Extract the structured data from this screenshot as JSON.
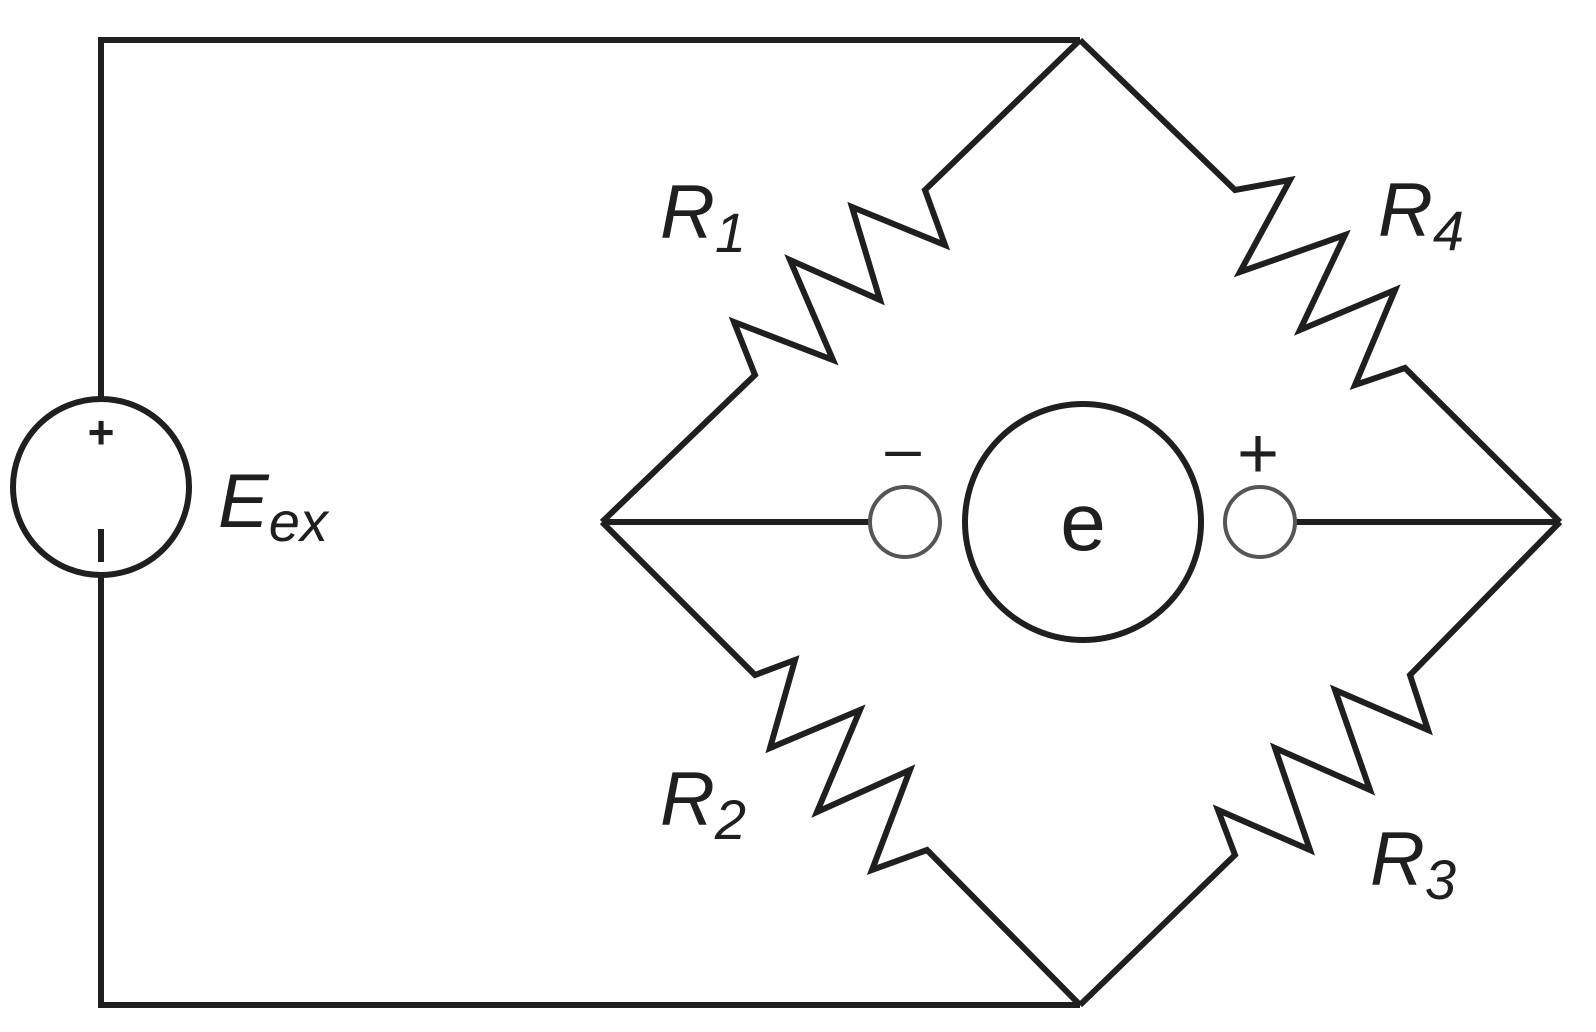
{
  "components": {
    "source": {
      "symbol": "E",
      "subscript": "ex",
      "plus": "+",
      "minus": "-"
    },
    "r1": {
      "symbol": "R",
      "subscript": "1"
    },
    "r2": {
      "symbol": "R",
      "subscript": "2"
    },
    "r3": {
      "symbol": "R",
      "subscript": "3"
    },
    "r4": {
      "symbol": "R",
      "subscript": "4"
    },
    "meter": {
      "label": "e",
      "minus": "–",
      "plus": "+"
    }
  },
  "colors": {
    "line": "#1f1f1f",
    "terminal": "#555555",
    "background": "#ffffff"
  }
}
